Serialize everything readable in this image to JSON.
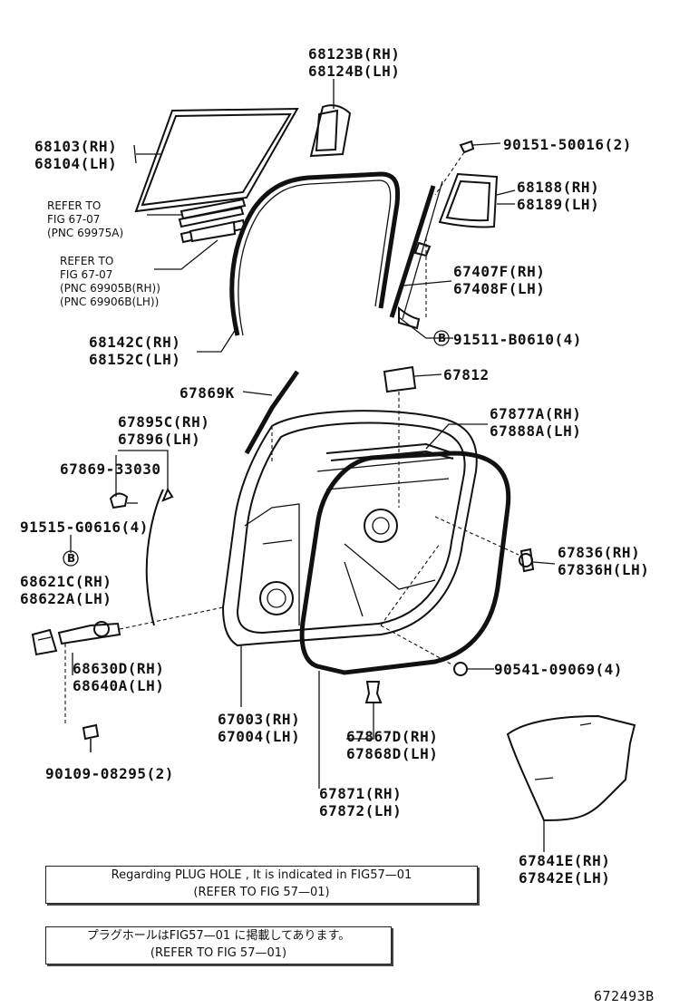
{
  "labels": {
    "p68123": [
      "68123B(RH)",
      "68124B(LH)"
    ],
    "p68103": [
      "68103(RH)",
      "68104(LH)"
    ],
    "p90151": [
      "90151-50016(2)"
    ],
    "p68188": [
      "68188(RH)",
      "68189(LH)"
    ],
    "refer1": [
      "REFER TO",
      "FIG 67-07",
      "(PNC 69975A)"
    ],
    "refer2": [
      "REFER TO",
      "FIG 67-07",
      "(PNC 69905B(RH))",
      "(PNC 69906B(LH))"
    ],
    "p67407": [
      "67407F(RH)",
      "67408F(LH)"
    ],
    "p91511": [
      "91511-B0610(4)"
    ],
    "p68142": [
      "68142C(RH)",
      "68152C(LH)"
    ],
    "p67812": [
      "67812"
    ],
    "p67869K": [
      "67869K"
    ],
    "p67877": [
      "67877A(RH)",
      "67888A(LH)"
    ],
    "p67895": [
      "67895C(RH)",
      "67896(LH)"
    ],
    "p67869_33030": [
      "67869-33030"
    ],
    "p91515": [
      "91515-G0616(4)"
    ],
    "p67836": [
      "67836(RH)",
      "67836H(LH)"
    ],
    "p68621": [
      "68621C(RH)",
      "68622A(LH)"
    ],
    "p68630": [
      "68630D(RH)",
      "68640A(LH)"
    ],
    "p90541": [
      "90541-09069(4)"
    ],
    "p67003": [
      "67003(RH)",
      "67004(LH)"
    ],
    "p67867": [
      "67867D(RH)",
      "67868D(LH)"
    ],
    "p90109": [
      "90109-08295(2)"
    ],
    "p67871": [
      "67871(RH)",
      "67872(LH)"
    ],
    "p67841": [
      "67841E(RH)",
      "67842E(LH)"
    ]
  },
  "markers": {
    "b_right": "B",
    "b_left": "B"
  },
  "notes": {
    "en": [
      "Regarding PLUG HOLE , It is indicated in FIG57—01",
      "(REFER TO FIG 57—01)"
    ],
    "ja": [
      "プラグホールはFIG57—01 に掲載してあります。",
      "(REFER TO FIG 57—01)"
    ]
  },
  "figure_id": "672493B"
}
